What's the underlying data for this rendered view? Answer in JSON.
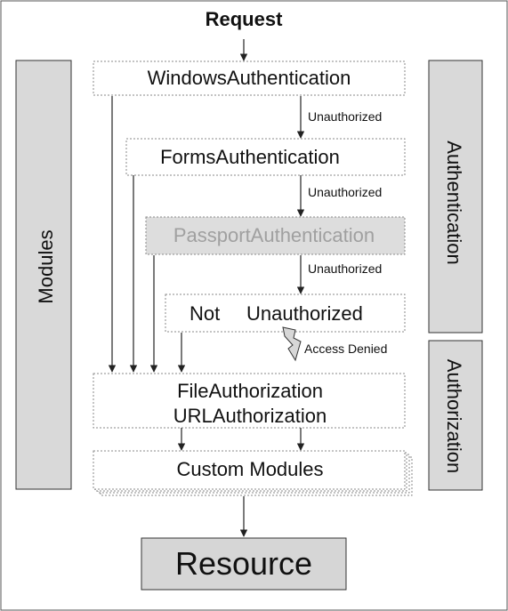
{
  "diagram": {
    "request_label": "Request",
    "modules_label": "Modules",
    "authentication_label": "Authentication",
    "authorization_label": "Authorization",
    "boxes": {
      "windows": "WindowsAuthentication",
      "forms": "FormsAuthentication",
      "passport": "PassportAuthentication",
      "not_label": "Not",
      "unauthorized_label": "Unauthorized",
      "file_authorization": "FileAuthorization",
      "url_authorization": "URLAuthorization",
      "custom_modules": "Custom Modules",
      "resource": "Resource"
    },
    "edges": {
      "unauthorized_1": "Unauthorized",
      "unauthorized_2": "Unauthorized",
      "unauthorized_3": "Unauthorized",
      "access_denied": "Access Denied"
    },
    "icons": {
      "access_denied_icon": "lightning-bolt-icon"
    },
    "colors": {
      "panel_fill": "#d9d9d9",
      "passport_fill": "#dddddd",
      "passport_text": "#a0a0a0",
      "line": "#222222",
      "dotted_border": "#8a8a8a"
    }
  }
}
